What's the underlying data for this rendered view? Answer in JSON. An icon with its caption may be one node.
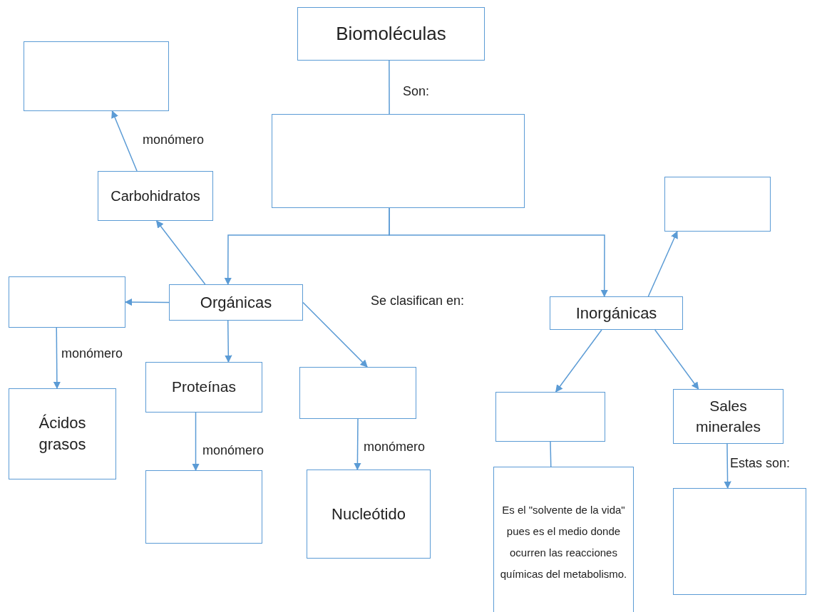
{
  "diagram": {
    "nodes": [
      {
        "text": [
          "Biomoléculas"
        ]
      },
      {
        "text": [],
        "shape": "box"
      },
      {
        "text": [],
        "shape": "box"
      },
      {
        "text": [
          "Carbohidratos"
        ]
      },
      {
        "text": [],
        "shape": "box"
      },
      {
        "text": [],
        "shape": "box"
      },
      {
        "text": [
          "Orgánicas"
        ]
      },
      {
        "text": [
          "Inorgánicas"
        ]
      },
      {
        "text": [
          "Proteínas"
        ]
      },
      {
        "text": [],
        "shape": "box"
      },
      {
        "text": [
          "Ácidos grasos"
        ]
      },
      {
        "text": [],
        "shape": "box"
      },
      {
        "text": [
          "Sales minerales"
        ]
      },
      {
        "text": [],
        "shape": "box"
      },
      {
        "text": [
          "Nucleótido"
        ]
      },
      {
        "text": [
          "Es el \"solvente de la vida\" pues es el medio donde ocurren las reacciones químicas del metabolismo."
        ]
      },
      {
        "text": [],
        "shape": "box"
      }
    ],
    "edges": [
      {
        "from": 0,
        "to": 1,
        "arrow": "none",
        "label": "Son:"
      },
      {
        "from": 1,
        "to": 6,
        "arrow": "to"
      },
      {
        "from": 1,
        "to": 7,
        "arrow": "to"
      },
      {
        "from": 6,
        "to": 3,
        "arrow": "to"
      },
      {
        "from": 3,
        "to": 2,
        "arrow": "to",
        "label": "monómero"
      },
      {
        "from": 6,
        "to": 5,
        "arrow": "to"
      },
      {
        "from": 5,
        "to": 10,
        "arrow": "to",
        "label": "monómero"
      },
      {
        "from": 6,
        "to": 8,
        "arrow": "to"
      },
      {
        "from": 8,
        "to": 13,
        "arrow": "to",
        "label": "monómero"
      },
      {
        "from": 6,
        "to": 9,
        "arrow": "to"
      },
      {
        "from": 9,
        "to": 14,
        "arrow": "to",
        "label": "monómero"
      },
      {
        "from": 7,
        "to": 4,
        "arrow": "to"
      },
      {
        "from": 7,
        "to": 11,
        "arrow": "to"
      },
      {
        "from": 7,
        "to": 12,
        "arrow": "to"
      },
      {
        "from": 11,
        "to": 15,
        "arrow": "none"
      },
      {
        "from": 12,
        "to": 16,
        "arrow": "to",
        "label": "Estas son:"
      }
    ],
    "labels": [
      "Se clasifican en:"
    ]
  }
}
